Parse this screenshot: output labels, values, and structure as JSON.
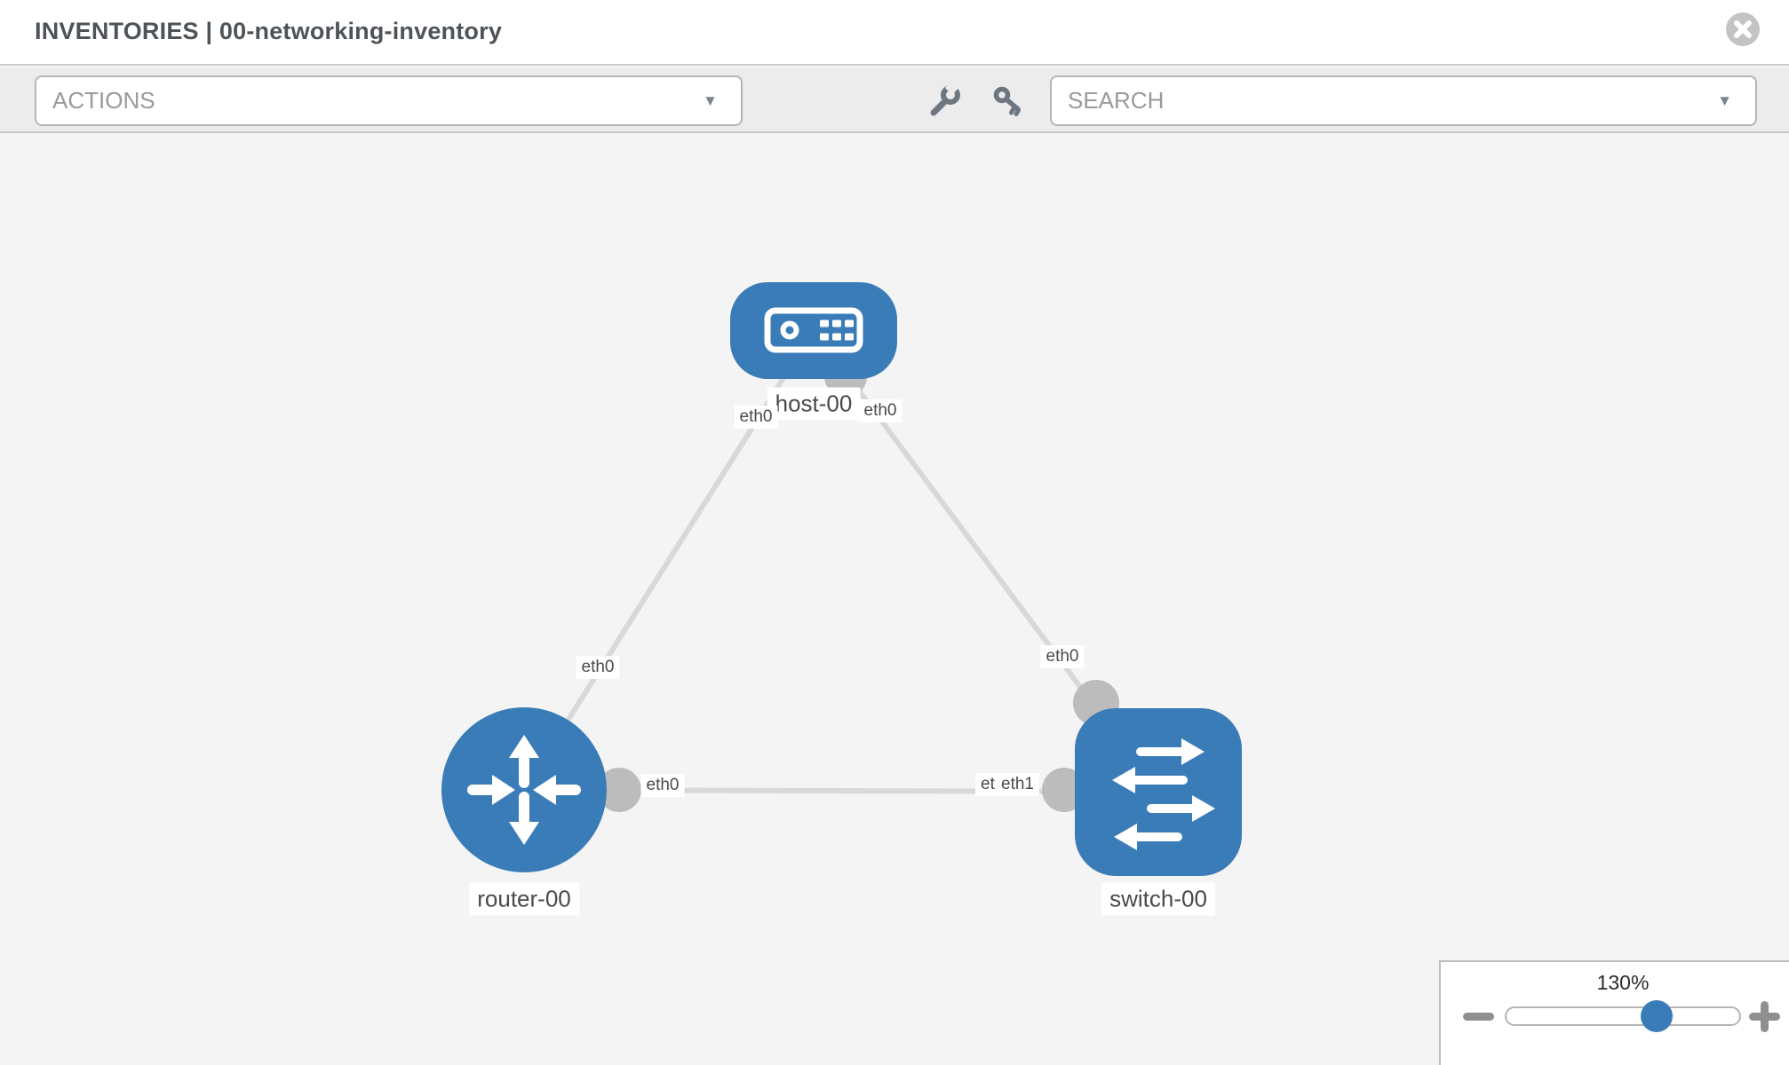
{
  "header": {
    "title": "INVENTORIES | 00-networking-inventory"
  },
  "toolbar": {
    "actions_label": "ACTIONS",
    "search_label": "SEARCH"
  },
  "icons": {
    "caret": "▼"
  },
  "topology": {
    "nodes": {
      "host": {
        "label": "host-00",
        "type": "host"
      },
      "router": {
        "label": "router-00",
        "type": "router"
      },
      "switch": {
        "label": "switch-00",
        "type": "switch"
      }
    },
    "interfaces": {
      "host_left": "eth0",
      "host_right": "eth0",
      "router_uplink": "eth0",
      "switch_uplink": "eth0",
      "router_right": "eth0",
      "switch_left_under": "eth0",
      "switch_left": "eth1"
    }
  },
  "zoom_control": {
    "level": "130%"
  },
  "colors": {
    "node_blue": "#3a7cb8",
    "link_gray": "#d8d8d8",
    "connector_gray": "#bcbcbc"
  }
}
